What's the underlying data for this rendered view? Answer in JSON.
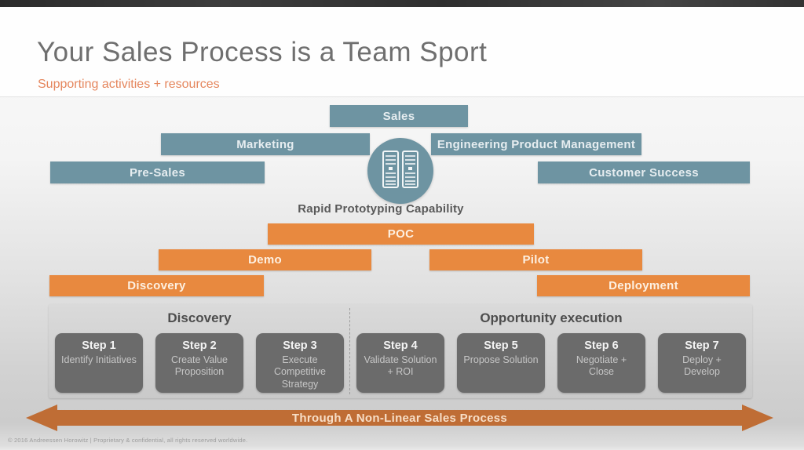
{
  "header": {
    "title": "Your Sales Process is a Team Sport",
    "subtitle": "Supporting activities + resources"
  },
  "diagram": {
    "org_bars": [
      {
        "label": "Sales"
      },
      {
        "label": "Marketing"
      },
      {
        "label": "Engineering Product Management"
      },
      {
        "label": "Pre-Sales"
      },
      {
        "label": "Customer Success"
      }
    ],
    "center_icon": "server-racks-icon",
    "center_caption": "Rapid Prototyping Capability",
    "activity_bars": [
      {
        "label": "POC"
      },
      {
        "label": "Demo"
      },
      {
        "label": "Pilot"
      },
      {
        "label": "Discovery"
      },
      {
        "label": "Deployment"
      }
    ],
    "process_panel": {
      "sections": [
        {
          "label": "Discovery"
        },
        {
          "label": "Opportunity execution"
        }
      ],
      "steps": [
        {
          "title": "Step 1",
          "description": "Identify Initiatives"
        },
        {
          "title": "Step 2",
          "description": "Create Value Proposition"
        },
        {
          "title": "Step 3",
          "description": "Execute Competitive Strategy"
        },
        {
          "title": "Step 4",
          "description": "Validate Solution + ROI"
        },
        {
          "title": "Step 5",
          "description": "Propose Solution"
        },
        {
          "title": "Step 6",
          "description": "Negotiate + Close"
        },
        {
          "title": "Step 7",
          "description": "Deploy + Develop"
        }
      ]
    },
    "arrow_label": "Through A Non-Linear Sales Process"
  },
  "footer": {
    "copyright": "© 2016   Andreessen Horowitz | Proprietary & confidential, all rights reserved worldwide."
  },
  "colors": {
    "teal": "#6e94a2",
    "orange": "#e8893f",
    "arrow_orange": "#bf6d35",
    "step_gray": "#6b6b6b"
  }
}
